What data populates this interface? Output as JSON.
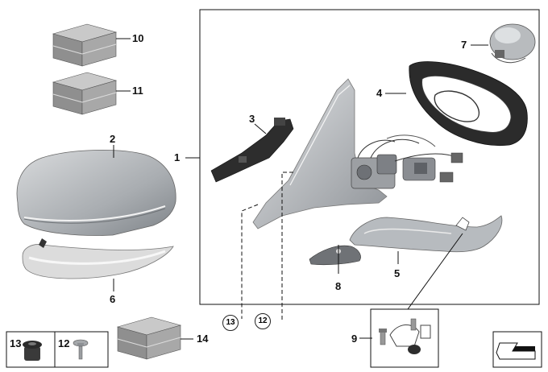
{
  "callouts": {
    "c1": "1",
    "c2": "2",
    "c3": "3",
    "c4": "4",
    "c5": "5",
    "c6": "6",
    "c7": "7",
    "c8": "8",
    "c9": "9",
    "c10": "10",
    "c11": "11",
    "c12": "12",
    "c13": "13",
    "c14": "14"
  },
  "circled_refs": {
    "r13": "13",
    "r12": "12"
  },
  "colors": {
    "line": "#111111",
    "part_grey": "#b9bcbf",
    "dark_part": "#2b2b2b",
    "box_grey": "#9a9a9a"
  },
  "icons": {
    "nav": "arrow-nav-icon"
  }
}
